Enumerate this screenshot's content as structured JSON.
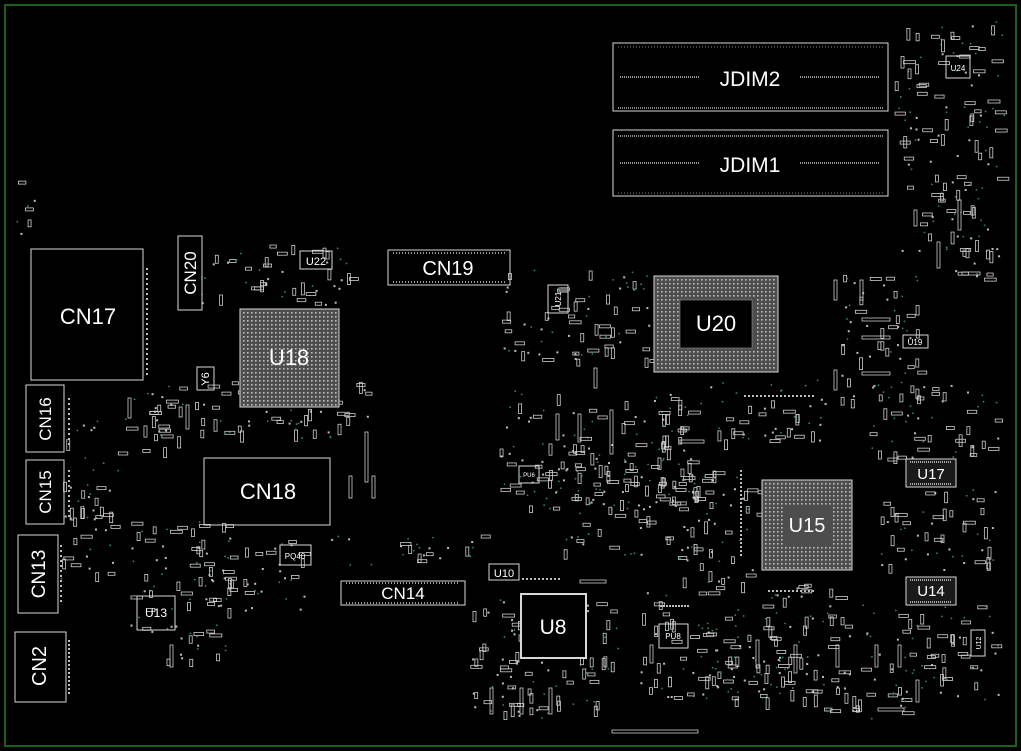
{
  "board": {
    "edge_color": "#1e5e1e",
    "background": "#000000",
    "silk_color": "#d8d8d8"
  },
  "components": {
    "jdim2": "JDIM2",
    "jdim1": "JDIM1",
    "u24": "U24",
    "cn20": "CN20",
    "u22": "U22",
    "cn19": "CN19",
    "u21": "U21",
    "u20": "U20",
    "cn17": "CN17",
    "u18": "U18",
    "y6": "Y6",
    "u19": "U19",
    "cn16": "CN16",
    "cn15": "CN15",
    "cn18": "CN18",
    "pu8_small": "PU6",
    "u17": "U17",
    "u15": "U15",
    "cn13": "CN13",
    "pq40": "PQ40",
    "u10": "U10",
    "cn14": "CN14",
    "u14": "U14",
    "u13": "U13",
    "u8": "U8",
    "pu8": "PU8",
    "u12": "U12",
    "cn2": "CN2"
  }
}
